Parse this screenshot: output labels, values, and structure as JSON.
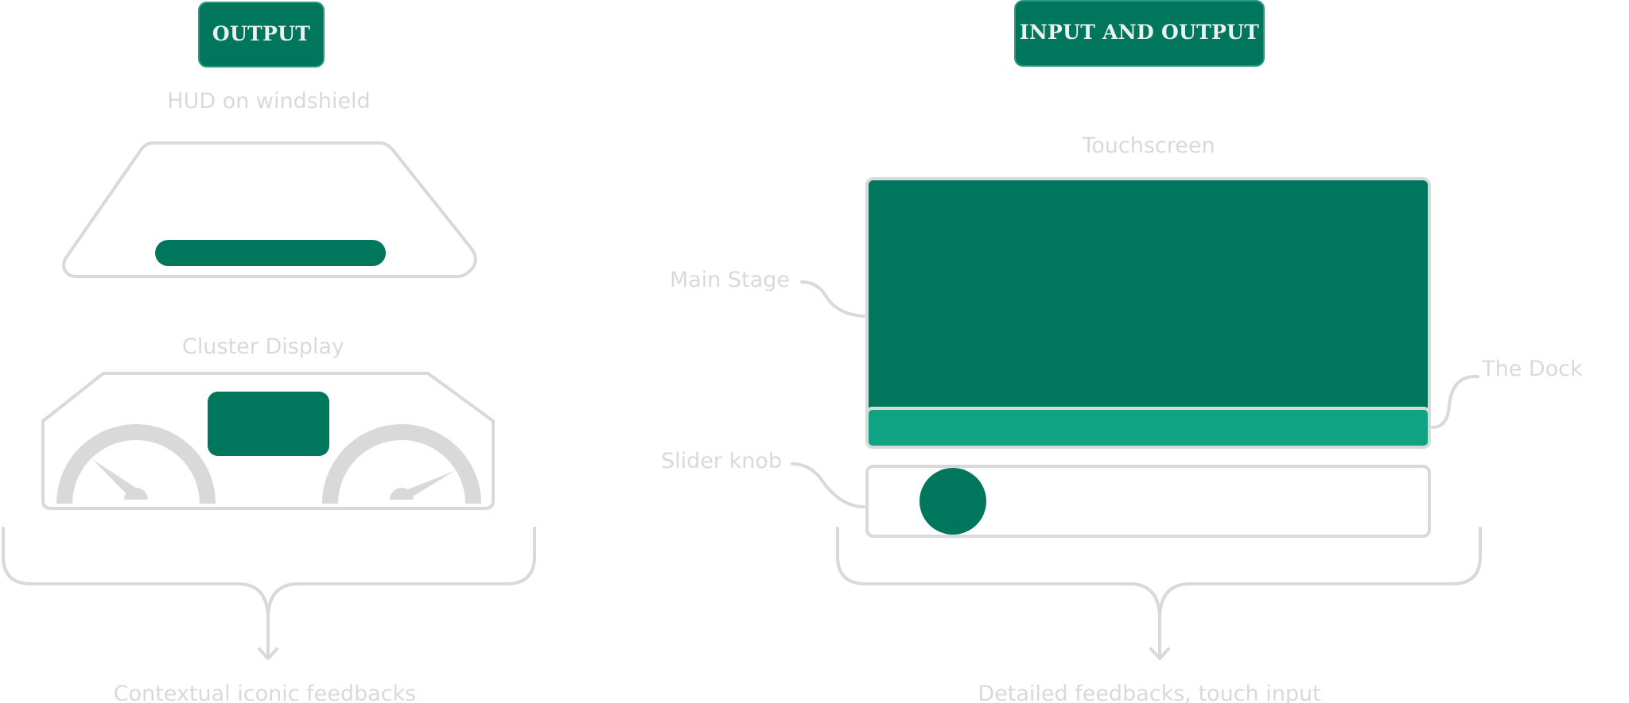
{
  "output_section": {
    "chip_label": "OUTPUT",
    "hud_label": "HUD on windshield",
    "cluster_label": "Cluster Display",
    "summary": "Contextual iconic feedbacks"
  },
  "io_section": {
    "chip_label": "INPUT AND OUTPUT",
    "touchscreen_label": "Touchscreen",
    "main_stage_label": "Main Stage",
    "dock_label": "The Dock",
    "slider_label": "Slider knob",
    "summary": "Detailed feedbacks, touch input"
  },
  "colors": {
    "brand_green": "#00765d",
    "dock_green": "#0fa383",
    "outline_grey": "#d9d9d9",
    "label_grey": "#d9d9d9"
  }
}
